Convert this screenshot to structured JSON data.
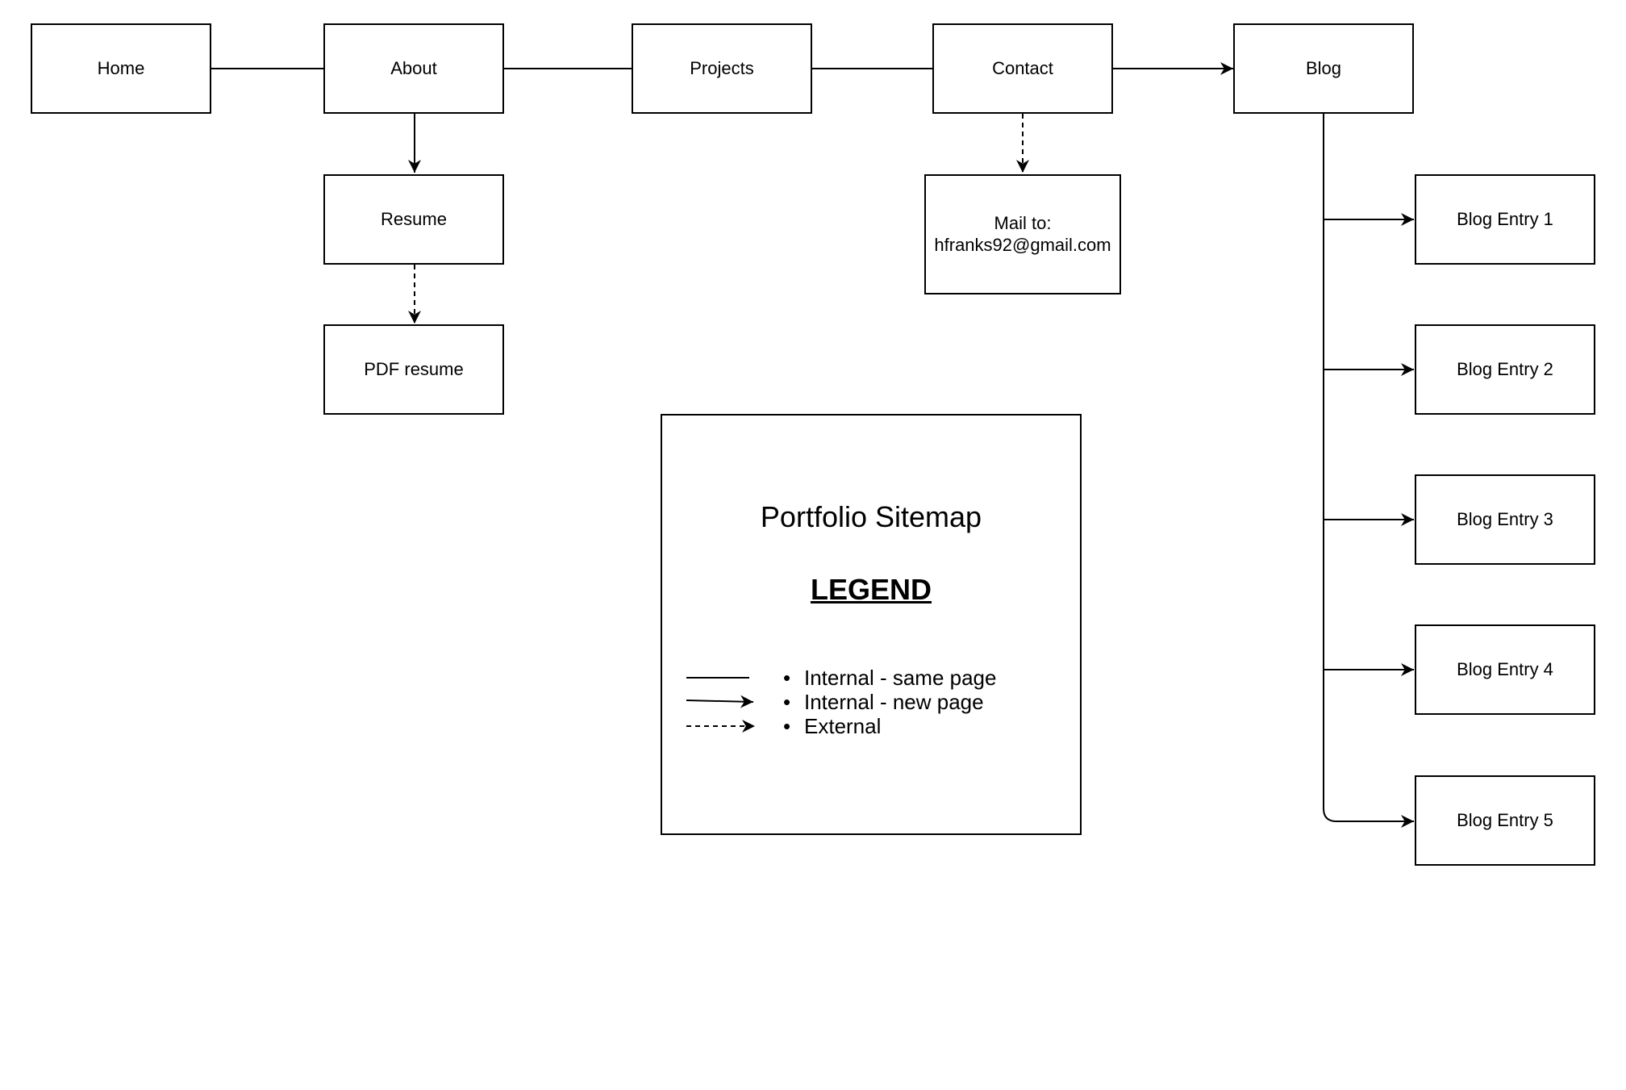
{
  "nodes": {
    "home": "Home",
    "about": "About",
    "projects": "Projects",
    "contact": "Contact",
    "blog": "Blog",
    "resume": "Resume",
    "pdf_resume": "PDF resume",
    "mail_to_line1": "Mail to:",
    "mail_to_line2": "hfranks92@gmail.com",
    "blog_entries": [
      "Blog Entry 1",
      "Blog Entry 2",
      "Blog Entry 3",
      "Blog Entry 4",
      "Blog Entry 5"
    ]
  },
  "legend": {
    "title": "Portfolio Sitemap",
    "heading": "LEGEND",
    "items": [
      {
        "label": "Internal - same page",
        "line_style": "solid-no-arrow"
      },
      {
        "label": "Internal - new page",
        "line_style": "solid-arrow"
      },
      {
        "label": "External",
        "line_style": "dashed-arrow"
      }
    ]
  },
  "edges": [
    {
      "from": "Home",
      "to": "About",
      "kind": "Internal - same page"
    },
    {
      "from": "About",
      "to": "Projects",
      "kind": "Internal - same page"
    },
    {
      "from": "Projects",
      "to": "Contact",
      "kind": "Internal - same page"
    },
    {
      "from": "Contact",
      "to": "Blog",
      "kind": "Internal - new page"
    },
    {
      "from": "About",
      "to": "Resume",
      "kind": "Internal - new page"
    },
    {
      "from": "Resume",
      "to": "PDF resume",
      "kind": "External"
    },
    {
      "from": "Contact",
      "to": "Mail to: hfranks92@gmail.com",
      "kind": "External"
    },
    {
      "from": "Blog",
      "to": "Blog Entry 1",
      "kind": "Internal - new page"
    },
    {
      "from": "Blog",
      "to": "Blog Entry 2",
      "kind": "Internal - new page"
    },
    {
      "from": "Blog",
      "to": "Blog Entry 3",
      "kind": "Internal - new page"
    },
    {
      "from": "Blog",
      "to": "Blog Entry 4",
      "kind": "Internal - new page"
    },
    {
      "from": "Blog",
      "to": "Blog Entry 5",
      "kind": "Internal - new page"
    }
  ],
  "colors": {
    "stroke": "#000000",
    "background": "#ffffff"
  }
}
